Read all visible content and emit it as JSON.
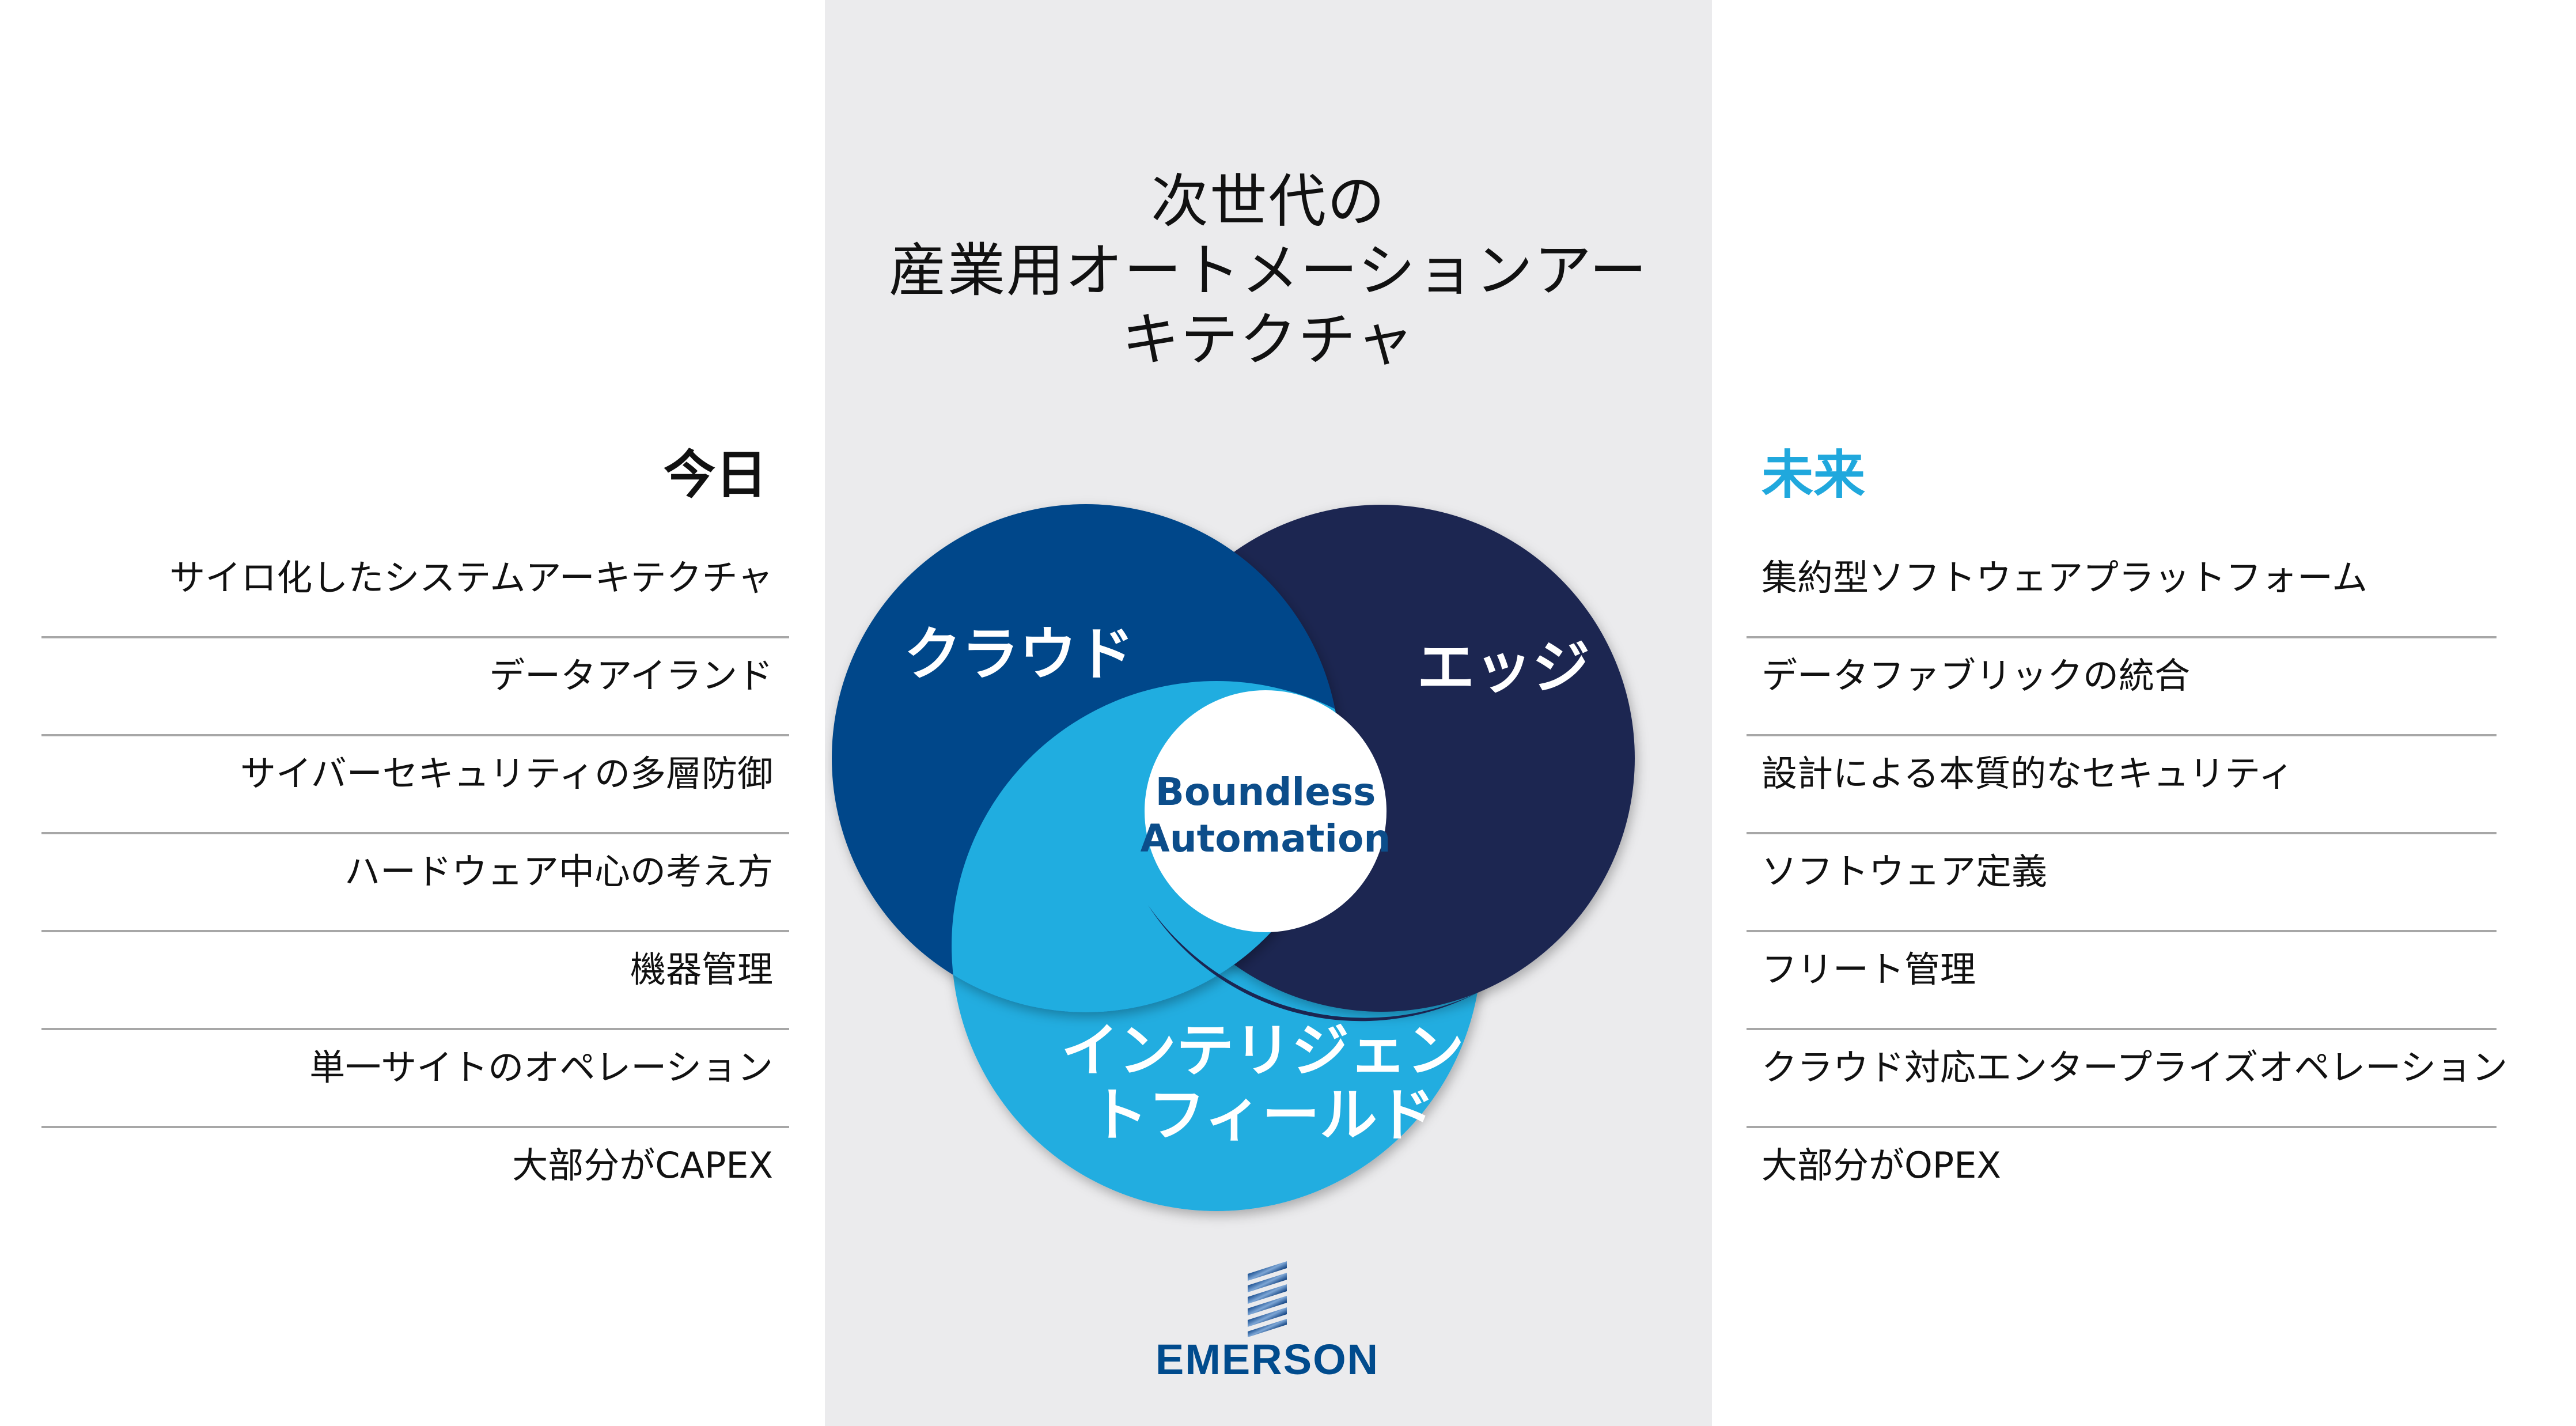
{
  "title": {
    "line1": "次世代の",
    "line2": "産業用オートメーションアー",
    "line3": "キテクチャ"
  },
  "today": {
    "header": "今日",
    "items": [
      "サイロ化したシステムアーキテクチャ",
      "データアイランド",
      "サイバーセキュリティの多層防御",
      "ハードウェア中心の考え方",
      "機器管理",
      "単一サイトのオペレーション",
      "大部分がCAPEX"
    ]
  },
  "future": {
    "header": "未来",
    "items": [
      "集約型ソフトウェアプラットフォーム",
      "データファブリックの統合",
      "設計による本質的なセキュリティ",
      "ソフトウェア定義",
      "フリート管理",
      "クラウド対応エンタープライズオペレーション",
      "大部分がOPEX"
    ]
  },
  "diagram": {
    "cloud_label": "クラウド",
    "edge_label": "エッジ",
    "intelligent_label_line1": "インテリジェン",
    "intelligent_label_line2": "トフィールド",
    "center_label_line1": "Boundless",
    "center_label_line2": "Automation"
  },
  "logo": {
    "wordmark": "EMERSON"
  },
  "colors": {
    "cloud": "#03478a",
    "edge": "#1b2551",
    "intelligent_field": "#20ade0",
    "center": "#ffffff",
    "center_text": "#0c4d8a",
    "future_header": "#20a8dd",
    "panel": "#ebebed",
    "divider": "#a7a7a7",
    "logo_blue": "#004b8d"
  }
}
